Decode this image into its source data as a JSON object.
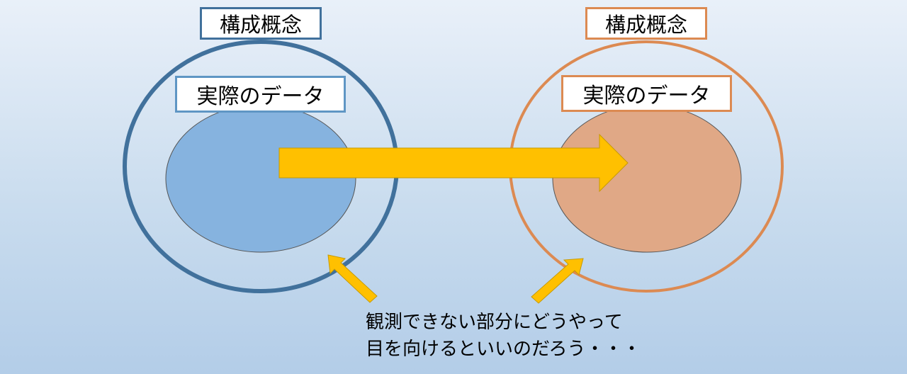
{
  "left_group": {
    "concept_label": "構成概念",
    "data_label": "実際のデータ",
    "ring_color": "#41719c",
    "fill_color": "#86b3df"
  },
  "right_group": {
    "concept_label": "構成概念",
    "data_label": "実際のデータ",
    "ring_color": "#dc8a52",
    "fill_color": "#e0a886"
  },
  "arrow_color": "#ffc000",
  "caption": {
    "line1": "観測できない部分にどうやって",
    "line2": "目を向けるといいのだろう・・・"
  }
}
